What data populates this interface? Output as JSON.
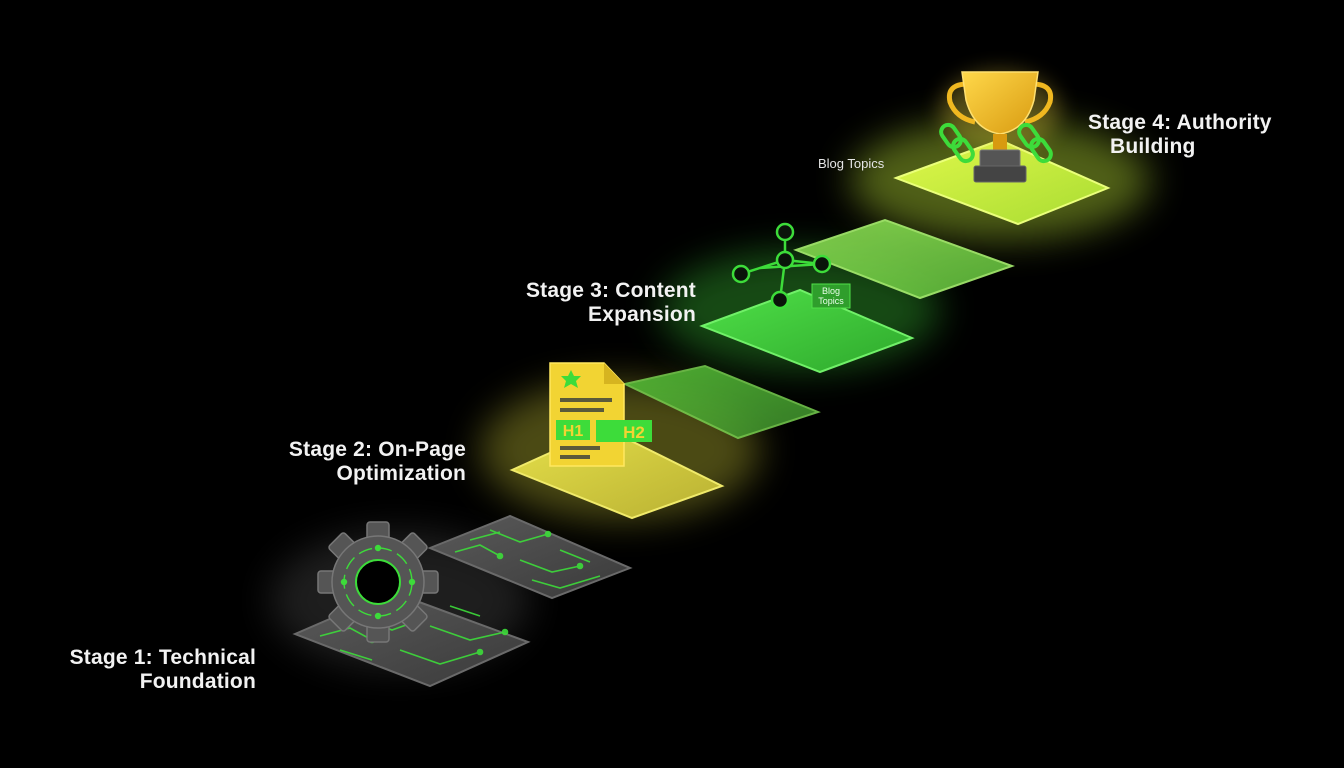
{
  "stages": [
    {
      "line1": "Stage 1: Technical",
      "line2": "Foundation",
      "icon": "gear-circuit-icon"
    },
    {
      "line1": "Stage 2: On-Page",
      "line2": "Optimization",
      "icon": "document-headings-icon"
    },
    {
      "line1": "Stage 3: Content",
      "line2": "Expansion",
      "icon": "topic-cluster-icon"
    },
    {
      "line1": "Stage 4: Authority",
      "line2": "Building",
      "icon": "trophy-links-icon"
    }
  ],
  "headings": {
    "h1": "H1",
    "h2": "H2"
  },
  "cluster_tag": {
    "line1": "Blog",
    "line2": "Topics"
  },
  "floating_label": "Blog Topics",
  "colors": {
    "background": "#000000",
    "stage1": "#4a4a4a",
    "stage2": "#d8d43a",
    "stage3": "#3fd23a",
    "stage4": "#c8f03a",
    "accent_green": "#3ddc3a",
    "document_yellow": "#f2d433",
    "trophy_gold": "#f0b820"
  }
}
